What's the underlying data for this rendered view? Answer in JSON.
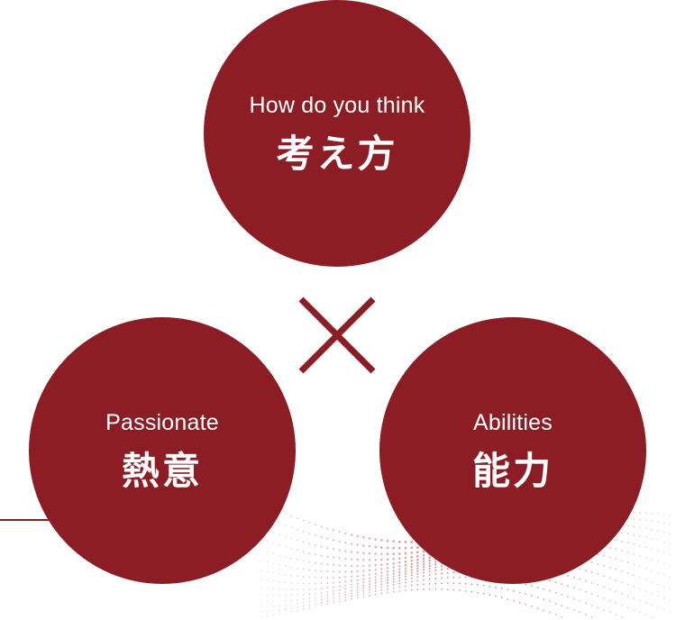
{
  "circles": [
    {
      "en": "How do you think",
      "jp": "考え方"
    },
    {
      "en": "Passionate",
      "jp": "熱意"
    },
    {
      "en": "Abilities",
      "jp": "能力"
    }
  ],
  "operator_icon": "times-icon",
  "colors": {
    "circle_fill": "#8c1d24",
    "text": "#ffffff",
    "background": "#ffffff",
    "decor_dots": "#c9858a"
  }
}
